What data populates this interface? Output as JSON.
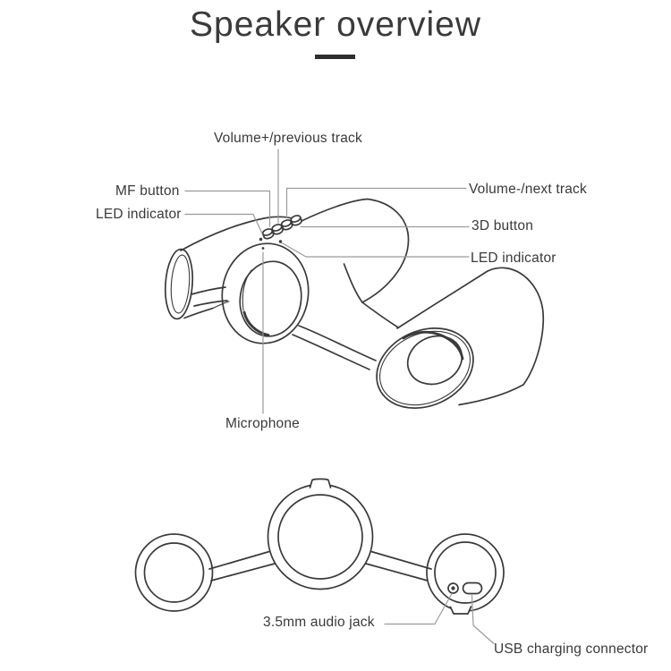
{
  "title": "Speaker overview",
  "labels": {
    "volume_plus": "Volume+/previous track",
    "mf_button": "MF button",
    "led_indicator_left": "LED indicator",
    "volume_minus": "Volume-/next track",
    "three_d_button": "3D button",
    "led_indicator_right": "LED indicator",
    "microphone": "Microphone",
    "audio_jack": "3.5mm audio jack",
    "usb_connector": "USB charging connector"
  },
  "colors": {
    "background": "#ffffff",
    "line": "#3a3a3a",
    "callout": "#9b9b9b",
    "text": "#3a3a3a"
  }
}
